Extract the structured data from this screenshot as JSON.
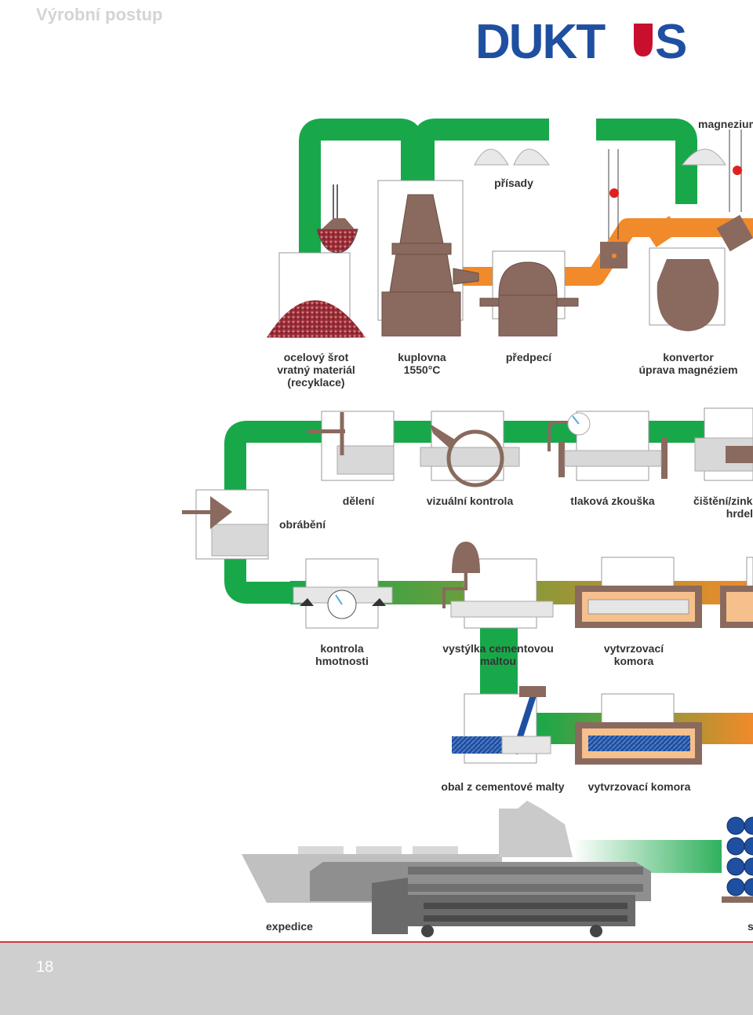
{
  "header": {
    "title": "Výrobní postup",
    "logo_text": "DUKTUS"
  },
  "labels": {
    "magnezium": "magnezium",
    "prisady": "přísady",
    "ocelovy_srot": "ocelový šrot\nvratný materiál\n(recyklace)",
    "kuplovna": "kuplovna\n1550°C",
    "predpeci": "předpecí",
    "konvertor": "konvertor\núprava magnéziem",
    "deleni": "dělení",
    "vizualni_kontrola": "vizuální kontrola",
    "tlakova_zkouska": "tlaková zkouška",
    "cisteni": "čištění/zinko\nhrdel",
    "obrabeni": "obrábění",
    "kontrola_hmotnosti": "kontrola\nhmotnosti",
    "vystylka": "vystýlka cementovou\nmaltou",
    "vytvrzovaci_komora_1": "vytvrzovací\nkomora",
    "obal": "obal z cementové malty",
    "vytvrzovaci_komora_2": "vytvrzovací komora",
    "expedice": "expedice",
    "sklad": "s"
  },
  "footer": {
    "page_number": "18"
  },
  "colors": {
    "green": "#18a84a",
    "orange": "#f18a2a",
    "brown": "#8a6a5e",
    "logo_blue": "#1f4fa0",
    "logo_red": "#c8102e",
    "footer": "#cfcfcf"
  }
}
